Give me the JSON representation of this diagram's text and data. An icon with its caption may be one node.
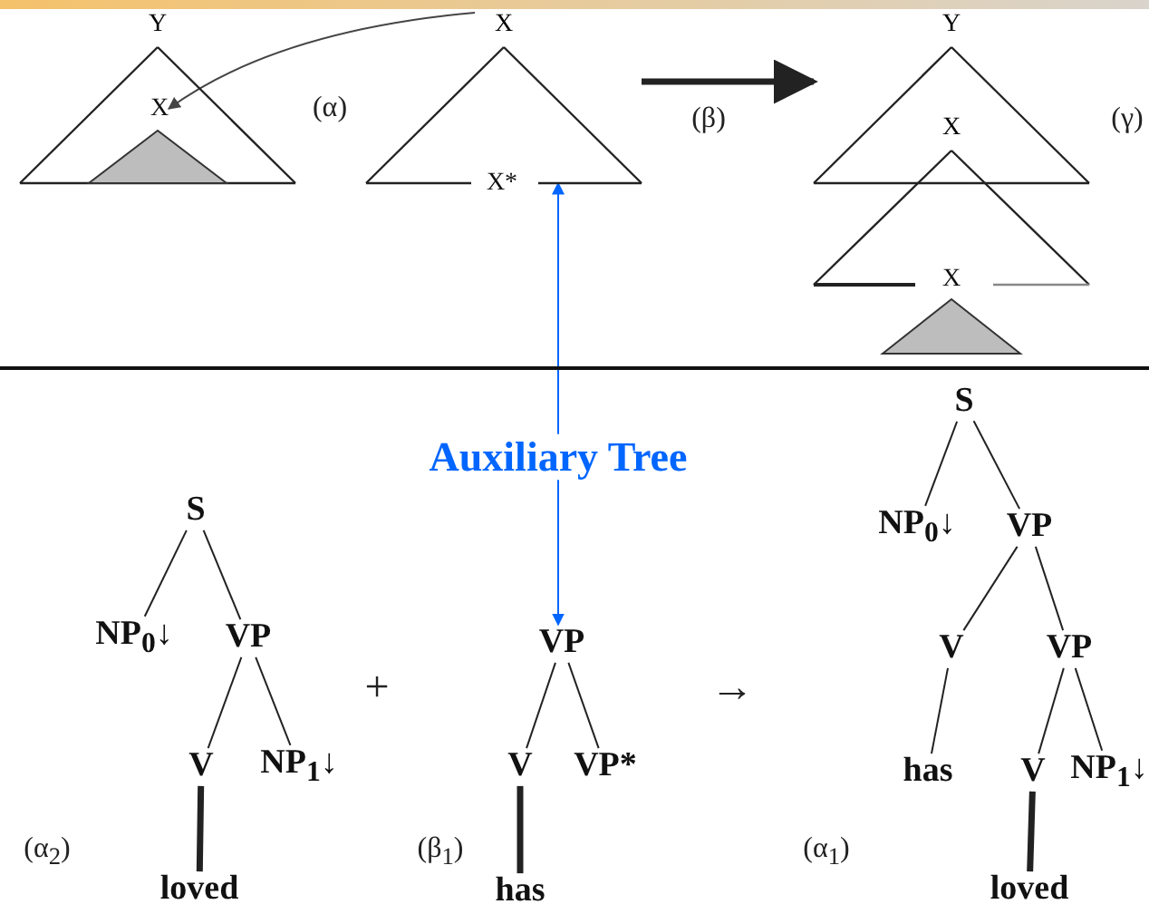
{
  "diagram": {
    "nodes": [
      {
        "text": [
          "Y"
        ]
      },
      {
        "text": [
          "X"
        ],
        "in": 0
      },
      {
        "text": [],
        "shape": "triangle",
        "in": 0
      },
      {
        "text": [
          "X"
        ]
      },
      {
        "text": [
          "X*"
        ],
        "in": 3
      },
      {
        "text": [
          "Y"
        ]
      },
      {
        "text": [
          "X"
        ]
      },
      {
        "text": [
          "X"
        ],
        "in": 6
      },
      {
        "text": [],
        "shape": "triangle"
      },
      {
        "text": [
          "Auxiliary Tree"
        ]
      },
      {
        "text": [
          "S"
        ]
      },
      {
        "text": [
          "NP$_{0}$↓"
        ]
      },
      {
        "text": [
          "VP"
        ]
      },
      {
        "text": [
          "V"
        ]
      },
      {
        "text": [
          "NP$_{1}$↓"
        ]
      },
      {
        "text": [
          "loved"
        ]
      },
      {
        "text": [
          "VP"
        ]
      },
      {
        "text": [
          "V"
        ]
      },
      {
        "text": [
          "VP*"
        ]
      },
      {
        "text": [
          "has"
        ]
      },
      {
        "text": [
          "S"
        ]
      },
      {
        "text": [
          "NP$_{0}$↓"
        ]
      },
      {
        "text": [
          "VP"
        ]
      },
      {
        "text": [
          "V"
        ]
      },
      {
        "text": [
          "VP"
        ]
      },
      {
        "text": [
          "has"
        ]
      },
      {
        "text": [
          "V"
        ]
      },
      {
        "text": [
          "NP$_{1}$↓"
        ]
      },
      {
        "text": [
          "loved"
        ]
      }
    ],
    "edges": [
      {
        "from": 3,
        "to": 1,
        "arrow": "to",
        "color": "#444444"
      },
      {
        "from": 3,
        "to": 5,
        "arrow": "to",
        "style": "thick"
      },
      {
        "from": 9,
        "to": 3,
        "arrow": "to",
        "color": "#0066ff"
      },
      {
        "from": 9,
        "to": 16,
        "arrow": "to",
        "color": "#0066ff"
      },
      {
        "from": 10,
        "to": 11,
        "arrow": "none"
      },
      {
        "from": 10,
        "to": 12,
        "arrow": "none"
      },
      {
        "from": 12,
        "to": 13,
        "arrow": "none"
      },
      {
        "from": 12,
        "to": 14,
        "arrow": "none"
      },
      {
        "from": 13,
        "to": 15,
        "arrow": "none",
        "style": "thick"
      },
      {
        "from": 16,
        "to": 17,
        "arrow": "none"
      },
      {
        "from": 16,
        "to": 18,
        "arrow": "none"
      },
      {
        "from": 17,
        "to": 19,
        "arrow": "none",
        "style": "thick"
      },
      {
        "from": 20,
        "to": 21,
        "arrow": "none"
      },
      {
        "from": 20,
        "to": 22,
        "arrow": "none"
      },
      {
        "from": 22,
        "to": 23,
        "arrow": "none"
      },
      {
        "from": 22,
        "to": 24,
        "arrow": "none"
      },
      {
        "from": 23,
        "to": 25,
        "arrow": "none"
      },
      {
        "from": 24,
        "to": 26,
        "arrow": "none"
      },
      {
        "from": 24,
        "to": 27,
        "arrow": "none"
      },
      {
        "from": 26,
        "to": 28,
        "arrow": "none",
        "style": "thick"
      }
    ],
    "labels": [
      "(α)",
      "(β)",
      "(γ)",
      "+",
      "→",
      "(α$_{2}$)",
      "(β$_{1}$)",
      "(α$_{1}$)"
    ]
  }
}
